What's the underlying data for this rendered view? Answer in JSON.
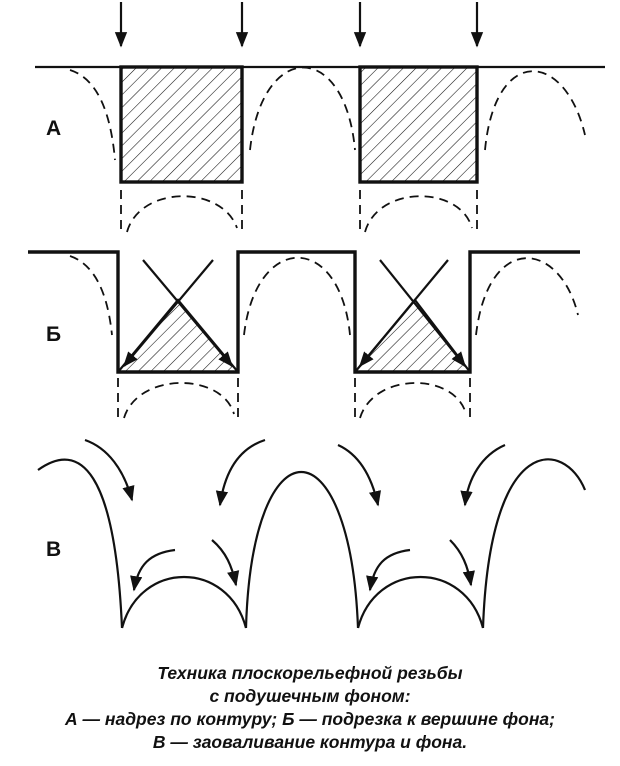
{
  "diagram": {
    "labels": {
      "a": "А",
      "b": "Б",
      "v": "В"
    }
  },
  "caption": {
    "line1": "Техника плоскорельефной резьбы",
    "line2": "с подушечным фоном:",
    "line3": "А — надрез по контуру; Б — подрезка к вершине фона;",
    "line4": "В — заоваливание контура и фона."
  },
  "colors": {
    "ink": "#111111",
    "background": "#ffffff"
  }
}
